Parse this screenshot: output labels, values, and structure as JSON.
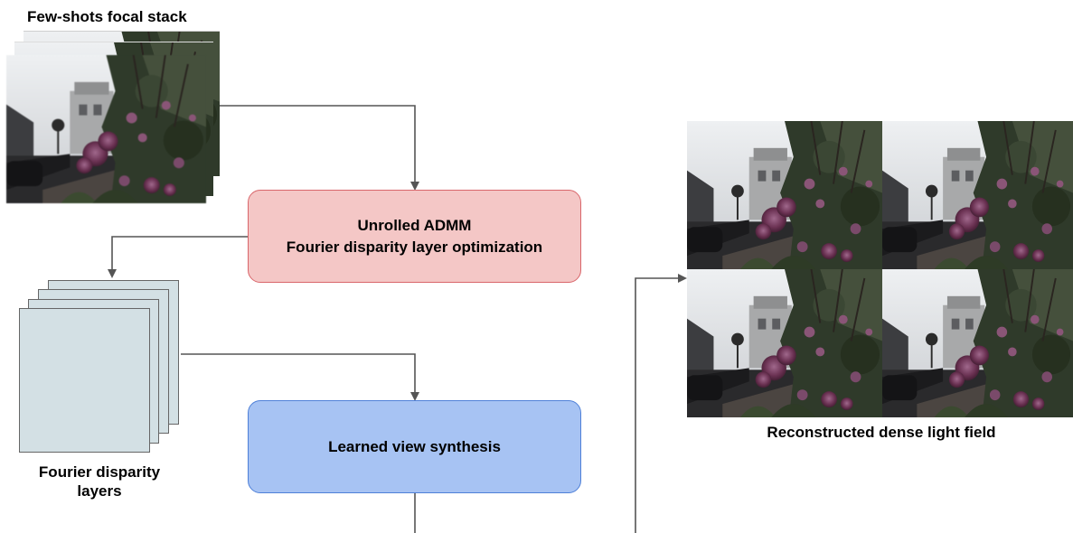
{
  "focal_stack": {
    "title": "Few-shots focal stack"
  },
  "admm_box": {
    "line1": "Unrolled ADMM",
    "line2": "Fourier disparity layer optimization",
    "fill": "#f4c7c6",
    "border": "#d9666b"
  },
  "fdl": {
    "label_line1": "Fourier disparity",
    "label_line2": "layers",
    "fill": "#d3e0e4"
  },
  "synthesis_box": {
    "label": "Learned view synthesis",
    "fill": "#a7c3f3",
    "border": "#4f80d8"
  },
  "light_field": {
    "label": "Reconstructed dense light field"
  },
  "colors": {
    "arrow": "#555555",
    "photo_flower": "#5b2a4a",
    "photo_foliage": "#2f3a2a"
  }
}
